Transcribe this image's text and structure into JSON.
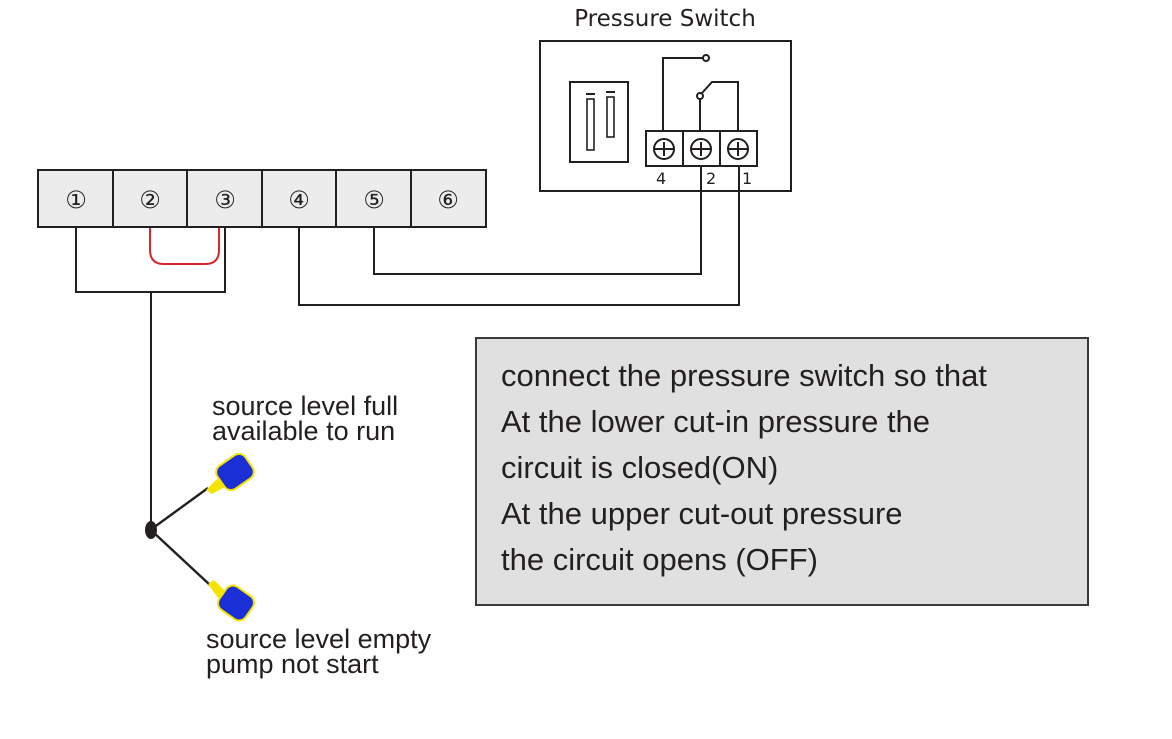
{
  "pressure_switch": {
    "title": "Pressure Switch",
    "terminals": [
      "4",
      "2",
      "1"
    ]
  },
  "terminal_block": {
    "cells": [
      "①",
      "②",
      "③",
      "④",
      "⑤",
      "⑥"
    ]
  },
  "float_switch": {
    "upper_label_line1": "source level full",
    "upper_label_line2": "available to run",
    "lower_label_line1": "source level empty",
    "lower_label_line2": "pump not start",
    "float_color": "#1a2fd6",
    "cable_color": "#f5e400"
  },
  "jumper": {
    "color": "#d9252f"
  },
  "note": {
    "lines": [
      "connect the pressure switch so that",
      "At the lower cut-in pressure the",
      "circuit is closed(ON)",
      "At the upper cut-out pressure",
      "the circuit opens (OFF)"
    ]
  }
}
